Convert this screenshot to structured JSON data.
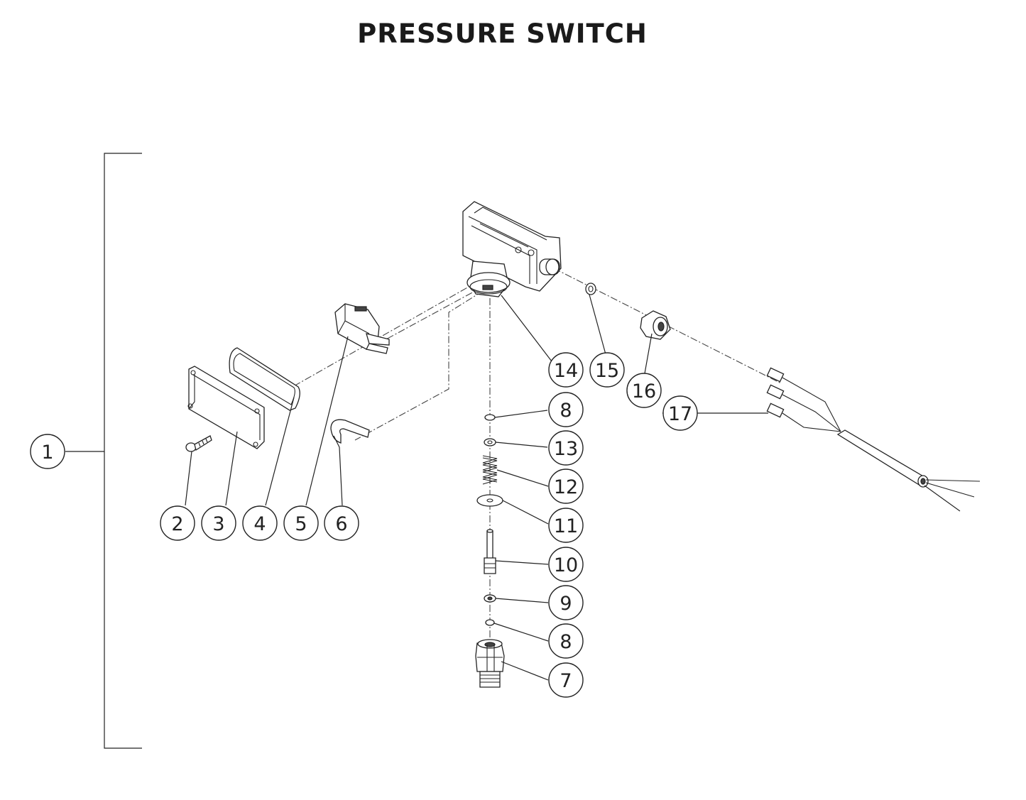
{
  "title": "PRESSURE SWITCH",
  "callouts": [
    {
      "id": "c1",
      "label": "1"
    },
    {
      "id": "c2",
      "label": "2"
    },
    {
      "id": "c3",
      "label": "3"
    },
    {
      "id": "c4",
      "label": "4"
    },
    {
      "id": "c5",
      "label": "5"
    },
    {
      "id": "c6",
      "label": "6"
    },
    {
      "id": "c7",
      "label": "7"
    },
    {
      "id": "c8a",
      "label": "8"
    },
    {
      "id": "c8b",
      "label": "8"
    },
    {
      "id": "c9",
      "label": "9"
    },
    {
      "id": "c10",
      "label": "10"
    },
    {
      "id": "c11",
      "label": "11"
    },
    {
      "id": "c12",
      "label": "12"
    },
    {
      "id": "c13",
      "label": "13"
    },
    {
      "id": "c14",
      "label": "14"
    },
    {
      "id": "c15",
      "label": "15"
    },
    {
      "id": "c16",
      "label": "16"
    },
    {
      "id": "c17",
      "label": "17"
    }
  ],
  "colors": {
    "ink": "#222222",
    "background": "#ffffff"
  }
}
